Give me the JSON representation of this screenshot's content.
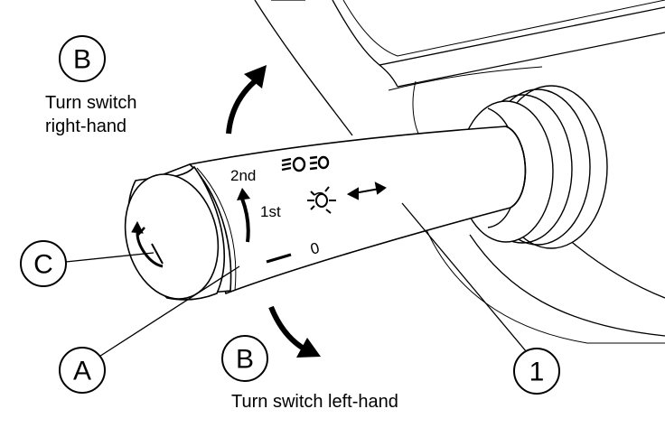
{
  "callouts": {
    "b_top": {
      "letter": "B",
      "caption_line1": "Turn switch",
      "caption_line2": "right-hand"
    },
    "b_bottom": {
      "letter": "B",
      "caption": "Turn switch left-hand"
    },
    "c": {
      "letter": "C"
    },
    "a": {
      "letter": "A"
    },
    "one": {
      "letter": "1"
    }
  },
  "stalk_labels": {
    "first": "1st",
    "second": "2nd",
    "zero": "0"
  },
  "icons": {
    "high_beam": "high-beam-icon",
    "parking_light": "parking-light-icon",
    "arrows": "double-arrow-icon",
    "twist_ring": "rotate-icon"
  }
}
